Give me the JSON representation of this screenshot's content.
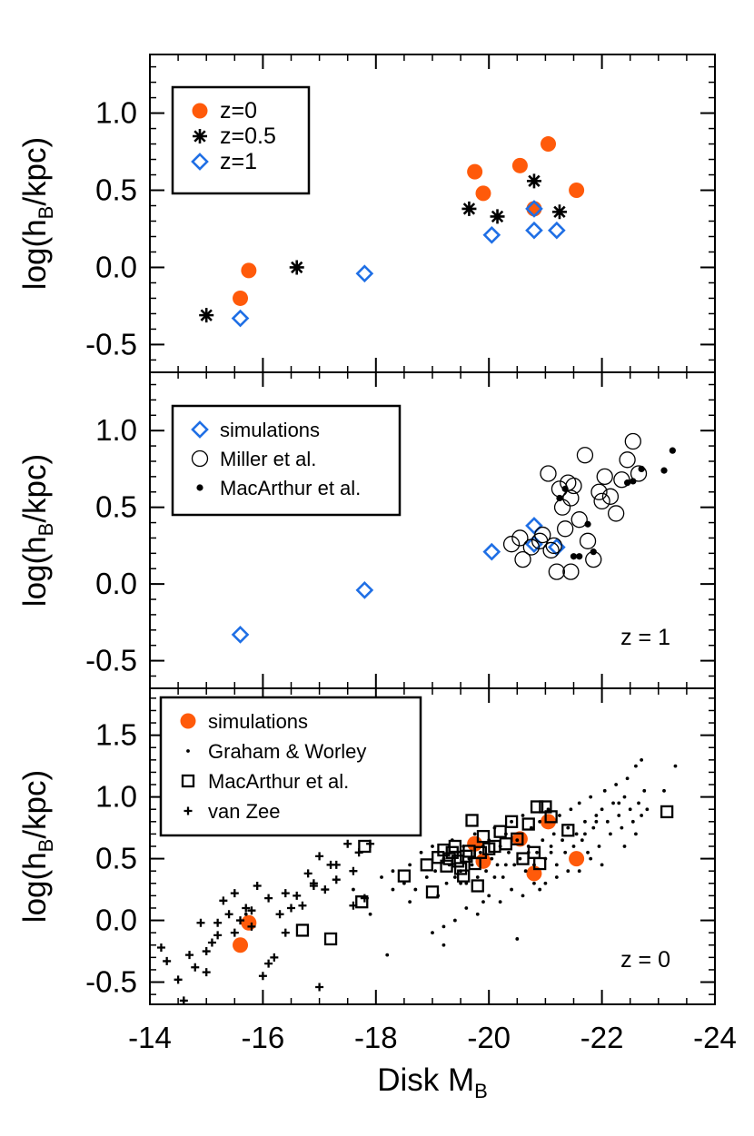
{
  "chart_data": {
    "type": "scatter",
    "x_axis": {
      "label": "Disk M",
      "label_subscript": "B",
      "lim": [
        -14,
        -24
      ],
      "ticks": [
        -14,
        -16,
        -18,
        -20,
        -22,
        -24
      ],
      "tick_labels": [
        "-14",
        "-16",
        "-18",
        "-20",
        "-22",
        "-24"
      ]
    },
    "colors": {
      "orange": "#ff5a0a",
      "blue": "#1f6fe5",
      "black": "#000000"
    },
    "panels": [
      {
        "id": "top",
        "ylabel": "log(h",
        "ylabel_sub": "B",
        "ylabel_tail": "/kpc)",
        "ylim": [
          -0.68,
          1.38
        ],
        "yticks": [
          -0.5,
          0.0,
          0.5,
          1.0
        ],
        "ytick_labels": [
          "-0.5",
          "0.0",
          "0.5",
          "1.0"
        ],
        "annotation": "",
        "legend": [
          {
            "marker": "filled-circle",
            "color": "orange",
            "label": "z=0"
          },
          {
            "marker": "asterisk",
            "color": "black",
            "label": "z=0.5"
          },
          {
            "marker": "open-diamond",
            "color": "blue",
            "label": "z=1"
          }
        ],
        "series": [
          {
            "name": "z=0",
            "marker": "filled-circle",
            "color": "orange",
            "x": [
              -15.6,
              -15.75,
              -19.75,
              -19.9,
              -20.55,
              -21.05,
              -21.55,
              -20.8
            ],
            "y": [
              -0.2,
              -0.02,
              0.62,
              0.48,
              0.66,
              0.8,
              0.5,
              0.38
            ]
          },
          {
            "name": "z=0.5",
            "marker": "asterisk",
            "color": "black",
            "x": [
              -15.0,
              -16.6,
              -19.65,
              -20.15,
              -20.8,
              -21.25
            ],
            "y": [
              -0.31,
              0.0,
              0.38,
              0.33,
              0.56,
              0.36
            ]
          },
          {
            "name": "z=1",
            "marker": "open-diamond",
            "color": "blue",
            "x": [
              -15.6,
              -17.8,
              -20.05,
              -20.8,
              -20.8,
              -21.2
            ],
            "y": [
              -0.33,
              -0.04,
              0.21,
              0.38,
              0.24,
              0.24
            ]
          }
        ]
      },
      {
        "id": "middle",
        "ylabel": "log(h",
        "ylabel_sub": "B",
        "ylabel_tail": "/kpc)",
        "ylim": [
          -0.68,
          1.38
        ],
        "yticks": [
          -0.5,
          0.0,
          0.5,
          1.0
        ],
        "ytick_labels": [
          "-0.5",
          "0.0",
          "0.5",
          "1.0"
        ],
        "annotation": "z = 1",
        "legend": [
          {
            "marker": "open-diamond",
            "color": "blue",
            "label": "simulations"
          },
          {
            "marker": "open-circle",
            "color": "black",
            "label": "Miller et al."
          },
          {
            "marker": "dot",
            "color": "black",
            "label": "MacArthur et al."
          }
        ],
        "series": [
          {
            "name": "simulations",
            "marker": "open-diamond",
            "color": "blue",
            "x": [
              -15.6,
              -17.8,
              -20.05,
              -20.8,
              -20.8,
              -21.2
            ],
            "y": [
              -0.33,
              -0.04,
              0.21,
              0.38,
              0.26,
              0.24
            ]
          },
          {
            "name": "Miller et al.",
            "marker": "open-circle",
            "color": "black",
            "x": [
              -20.4,
              -20.55,
              -20.6,
              -20.75,
              -20.9,
              -20.95,
              -21.05,
              -21.1,
              -21.2,
              -21.25,
              -21.3,
              -21.4,
              -21.45,
              -21.45,
              -21.6,
              -21.7,
              -21.75,
              -21.85,
              -21.95,
              -22.0,
              -22.05,
              -22.15,
              -22.25,
              -22.35,
              -22.45,
              -22.55,
              -22.65,
              -21.15,
              -21.35,
              -21.5
            ],
            "y": [
              0.26,
              0.3,
              0.16,
              0.24,
              0.28,
              0.32,
              0.72,
              0.22,
              0.08,
              0.62,
              0.5,
              0.66,
              0.56,
              0.08,
              0.42,
              0.84,
              0.28,
              0.16,
              0.6,
              0.54,
              0.7,
              0.57,
              0.46,
              0.68,
              0.81,
              0.93,
              0.72,
              0.25,
              0.36,
              0.64
            ]
          },
          {
            "name": "MacArthur et al.",
            "marker": "dot",
            "color": "black",
            "x": [
              -21.25,
              -21.35,
              -21.5,
              -21.6,
              -21.75,
              -21.85,
              -22.45,
              -22.55,
              -22.7,
              -23.1,
              -23.25
            ],
            "y": [
              0.56,
              0.62,
              0.18,
              0.18,
              0.39,
              0.21,
              0.66,
              0.67,
              0.75,
              0.74,
              0.87
            ]
          }
        ]
      },
      {
        "id": "bottom",
        "ylabel": "log(h",
        "ylabel_sub": "B",
        "ylabel_tail": "/kpc)",
        "ylim": [
          -0.68,
          1.88
        ],
        "yticks": [
          -0.5,
          0.0,
          0.5,
          1.0,
          1.5
        ],
        "ytick_labels": [
          "-0.5",
          "0.0",
          "0.5",
          "1.0",
          "1.5"
        ],
        "annotation": "z = 0",
        "legend": [
          {
            "marker": "filled-circle",
            "color": "orange",
            "label": "simulations"
          },
          {
            "marker": "dot-small",
            "color": "black",
            "label": "Graham & Worley"
          },
          {
            "marker": "open-square",
            "color": "black",
            "label": "MacArthur et al."
          },
          {
            "marker": "plus",
            "color": "black",
            "label": "van Zee"
          }
        ],
        "series": [
          {
            "name": "simulations",
            "marker": "filled-circle",
            "color": "orange",
            "x": [
              -15.6,
              -15.75,
              -19.75,
              -19.9,
              -20.55,
              -21.05,
              -21.55,
              -20.8
            ],
            "y": [
              -0.2,
              -0.02,
              0.62,
              0.48,
              0.66,
              0.8,
              0.5,
              0.38
            ]
          },
          {
            "name": "Graham & Worley",
            "marker": "dot-small",
            "color": "black",
            "x": [
              -15.7,
              -17.6,
              -17.9,
              -18.1,
              -18.3,
              -18.5,
              -18.6,
              -18.7,
              -18.8,
              -18.9,
              -19.0,
              -19.05,
              -19.1,
              -19.2,
              -19.25,
              -19.3,
              -19.35,
              -19.4,
              -19.45,
              -19.5,
              -19.55,
              -19.6,
              -19.65,
              -19.7,
              -19.75,
              -19.8,
              -19.85,
              -19.9,
              -19.95,
              -20.0,
              -20.05,
              -20.1,
              -20.15,
              -20.2,
              -20.25,
              -20.3,
              -20.35,
              -20.4,
              -20.45,
              -20.5,
              -20.55,
              -20.6,
              -20.65,
              -20.7,
              -20.75,
              -20.8,
              -20.85,
              -20.9,
              -20.95,
              -21.0,
              -21.05,
              -21.1,
              -21.15,
              -21.2,
              -21.25,
              -21.3,
              -21.35,
              -21.4,
              -21.45,
              -21.5,
              -21.55,
              -21.6,
              -21.65,
              -21.7,
              -21.75,
              -21.8,
              -21.85,
              -21.9,
              -21.95,
              -22.0,
              -22.05,
              -22.1,
              -22.15,
              -22.2,
              -22.25,
              -22.3,
              -22.35,
              -22.4,
              -22.45,
              -22.5,
              -22.55,
              -22.6,
              -22.65,
              -22.7,
              -22.75,
              -22.8,
              -19.2,
              -19.6,
              -20.0,
              -20.4,
              -20.8,
              -21.2,
              -21.6,
              -22.0,
              -22.4,
              -22.6,
              -21.8,
              -21.4,
              -21.0,
              -20.6,
              -20.2,
              -19.8,
              -19.4,
              -19.0,
              -18.6,
              -18.3,
              -20.3,
              -19.5,
              -20.7,
              -21.9,
              -22.3,
              -23.1,
              -23.3,
              -18.2,
              -19.2,
              -20.1,
              -21.1,
              -21.7,
              -22.7,
              -20.9,
              -19.9,
              -20.5
            ],
            "y": [
              0.05,
              0.25,
              0.05,
              0.35,
              0.4,
              0.3,
              0.45,
              0.25,
              0.55,
              0.35,
              0.6,
              0.4,
              0.2,
              0.5,
              0.3,
              0.45,
              0.65,
              0.35,
              0.55,
              0.4,
              0.6,
              0.3,
              0.5,
              0.45,
              0.7,
              0.35,
              0.55,
              0.6,
              0.4,
              0.65,
              0.5,
              0.75,
              0.45,
              0.6,
              0.35,
              0.7,
              0.55,
              0.8,
              0.45,
              0.65,
              0.5,
              0.85,
              0.4,
              0.6,
              0.75,
              0.45,
              0.55,
              0.8,
              0.65,
              0.5,
              0.9,
              0.6,
              0.7,
              0.45,
              0.85,
              0.65,
              0.55,
              0.75,
              0.9,
              0.6,
              0.7,
              0.95,
              0.65,
              0.8,
              0.55,
              1.0,
              0.75,
              0.85,
              0.6,
              0.9,
              1.05,
              0.8,
              0.7,
              0.95,
              1.1,
              0.85,
              0.75,
              1.0,
              1.15,
              0.9,
              0.8,
              1.25,
              0.95,
              0.85,
              1.05,
              0.9,
              -0.05,
              0.1,
              0.2,
              0.25,
              0.3,
              0.35,
              0.4,
              0.45,
              0.6,
              0.7,
              0.5,
              0.4,
              0.3,
              0.2,
              0.15,
              0.05,
              0.0,
              -0.1,
              0.15,
              0.25,
              0.45,
              0.3,
              0.55,
              0.8,
              0.95,
              1.05,
              1.25,
              -0.28,
              -0.2,
              0.35,
              0.55,
              0.7,
              1.3,
              0.25,
              0.15,
              -0.15
            ]
          },
          {
            "name": "MacArthur et al.",
            "marker": "open-square",
            "color": "black",
            "x": [
              -16.7,
              -17.2,
              -17.75,
              -17.8,
              -18.5,
              -18.9,
              -19.0,
              -19.1,
              -19.2,
              -19.25,
              -19.3,
              -19.35,
              -19.4,
              -19.45,
              -19.5,
              -19.55,
              -19.6,
              -19.65,
              -19.7,
              -19.75,
              -19.8,
              -19.85,
              -19.9,
              -20.0,
              -20.1,
              -20.2,
              -20.3,
              -20.4,
              -20.5,
              -20.6,
              -20.7,
              -20.8,
              -20.85,
              -20.9,
              -21.0,
              -21.1,
              -21.4
            ],
            "y": [
              -0.08,
              -0.15,
              0.15,
              0.6,
              0.36,
              0.45,
              0.23,
              0.51,
              0.57,
              0.44,
              0.5,
              0.55,
              0.6,
              0.48,
              0.42,
              0.36,
              0.52,
              0.56,
              0.81,
              0.46,
              0.28,
              0.55,
              0.68,
              0.58,
              0.6,
              0.72,
              0.62,
              0.8,
              0.66,
              0.5,
              0.78,
              0.55,
              0.92,
              0.46,
              0.92,
              0.84,
              0.73
            ]
          },
          {
            "name": "van Zee",
            "marker": "plus",
            "color": "black",
            "x": [
              -14.2,
              -14.3,
              -14.5,
              -14.6,
              -14.8,
              -14.9,
              -15.0,
              -15.0,
              -15.1,
              -15.2,
              -15.3,
              -15.4,
              -15.5,
              -15.6,
              -15.7,
              -15.8,
              -15.9,
              -16.0,
              -16.1,
              -16.2,
              -16.3,
              -16.4,
              -16.5,
              -16.6,
              -16.7,
              -16.8,
              -16.9,
              -17.0,
              -17.1,
              -17.2,
              -17.3,
              -17.4,
              -17.5,
              -17.6,
              -17.7,
              -17.8,
              -17.9,
              -18.0,
              -15.5,
              -15.8,
              -16.4,
              -16.9,
              -17.3,
              -17.6,
              -14.7,
              -15.2,
              -16.1,
              -17.0
            ],
            "y": [
              -0.22,
              -0.33,
              -0.48,
              -0.65,
              -0.38,
              -0.02,
              -0.42,
              -0.25,
              -0.18,
              -0.12,
              0.16,
              0.05,
              -0.1,
              0.0,
              0.1,
              0.08,
              0.28,
              -0.45,
              -0.35,
              -0.3,
              0.05,
              0.22,
              0.1,
              0.2,
              0.12,
              0.38,
              0.3,
              -0.54,
              0.25,
              0.45,
              0.33,
              0.72,
              0.62,
              0.4,
              0.55,
              0.18,
              0.62,
              0.75,
              0.22,
              -0.05,
              -0.1,
              0.28,
              0.45,
              0.12,
              -0.28,
              -0.02,
              0.18,
              0.52
            ]
          }
        ]
      }
    ]
  },
  "standalone_markers": [
    {
      "marker": "open-square",
      "color": "black",
      "x": -23.15,
      "y": 0.88
    }
  ]
}
